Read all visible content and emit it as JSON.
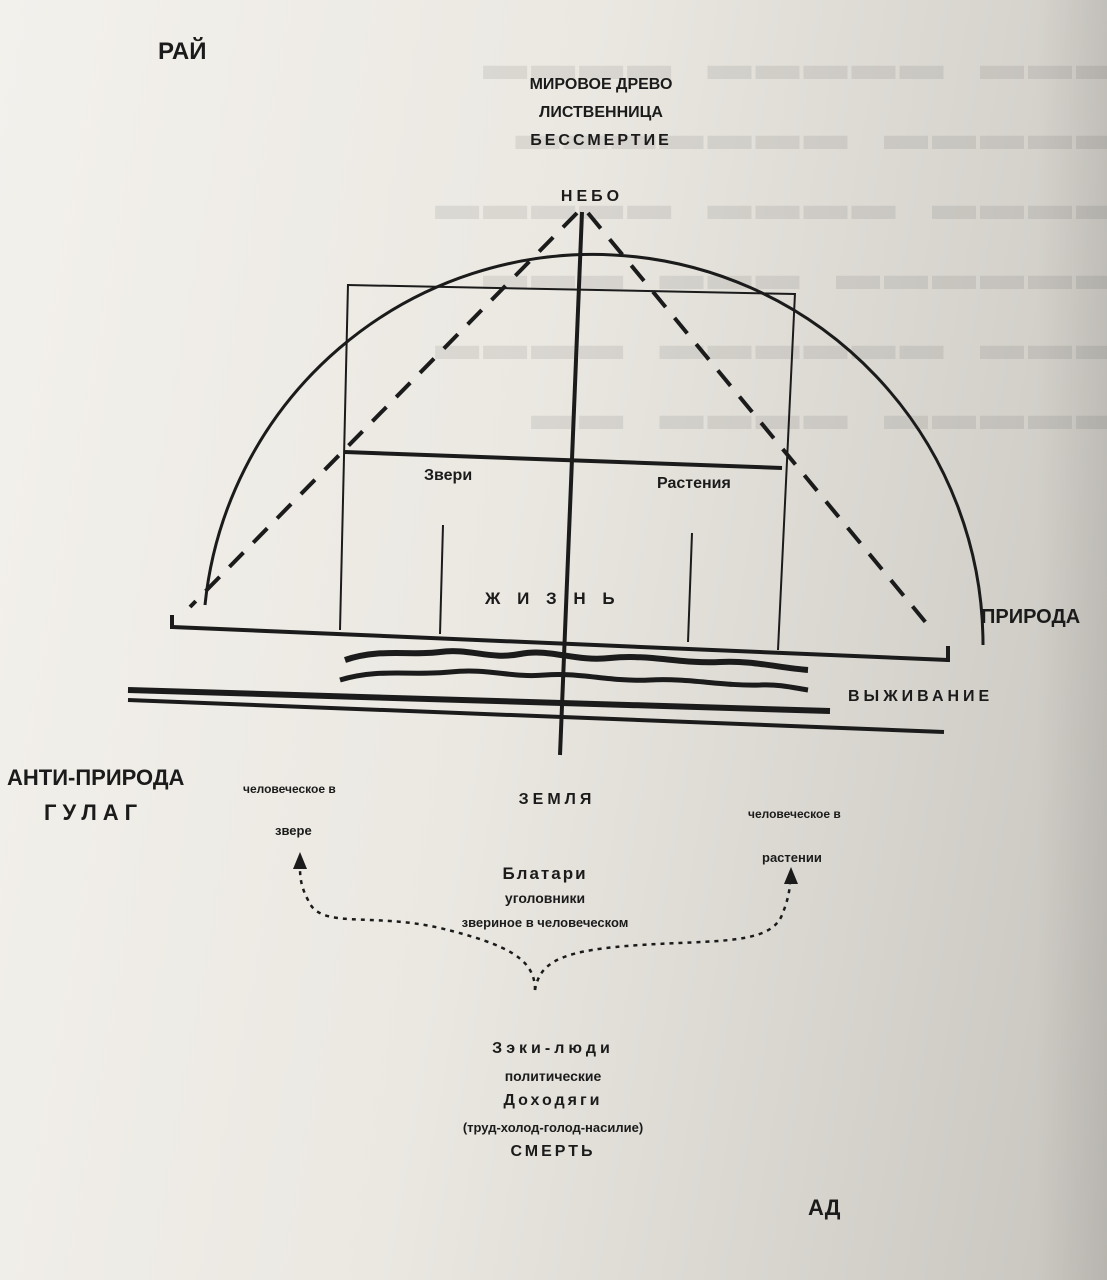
{
  "labels": {
    "paradise": "РАЙ",
    "world_tree": "МИРОВОЕ ДРЕВО",
    "larch": "ЛИСТВЕННИЦА",
    "immortality": "БЕССМЕРТИЕ",
    "sky": "НЕБО",
    "beasts": "Звери",
    "plants": "Растения",
    "life": "Ж И З Н Ь",
    "nature": "ПРИРОДА",
    "survival": "ВЫЖИВАНИЕ",
    "anti_nature": "АНТИ-ПРИРОДА",
    "gulag": "ГУЛАГ",
    "earth": "ЗЕМЛЯ",
    "human_in_beast_1": "человеческое в",
    "human_in_beast_2": "звере",
    "human_in_plant_1": "человеческое в",
    "human_in_plant_2": "растении",
    "blatari": "Блатари",
    "criminals": "уголовники",
    "beastly_in_human": "звериное в человеческом",
    "zeks": "Зэки-люди",
    "political": "политические",
    "dokhodyagi": "Доходяги",
    "labor_cold": "(труд-холод-голод-насилие)",
    "death": "СМЕРТЬ",
    "hell": "АД"
  }
}
